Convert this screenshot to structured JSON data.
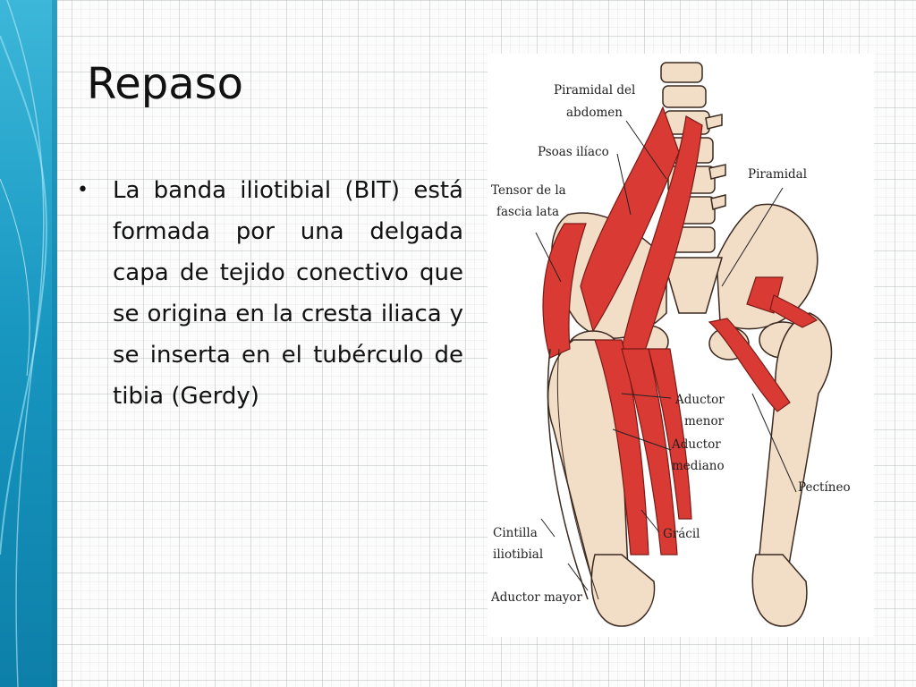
{
  "slide": {
    "title": "Repaso",
    "bullet": "La banda iliotibial (BIT) está formada por una delgada capa de tejido conectivo que se origina en la cresta iliaca y se inserta en el tubérculo de  tibia (Gerdy)"
  },
  "figure": {
    "labels": {
      "piramidal_abdomen_1": "Piramidal del",
      "piramidal_abdomen_2": "abdomen",
      "psoas": "Psoas ilíaco",
      "tensor_1": "Tensor de la",
      "tensor_2": "fascia lata",
      "piramidal": "Piramidal",
      "aductor_menor_1": "Aductor",
      "aductor_menor_2": "menor",
      "aductor_mediano_1": "Aductor",
      "aductor_mediano_2": "mediano",
      "pectineo": "Pectíneo",
      "cintilla_1": "Cintilla",
      "cintilla_2": "iliotibial",
      "gracil": "Grácil",
      "aductor_mayor": "Aductor mayor"
    }
  },
  "colors": {
    "muscle": "#d93a34",
    "bone": "#f2ddc7",
    "band_teal": "#1a9cc4"
  }
}
